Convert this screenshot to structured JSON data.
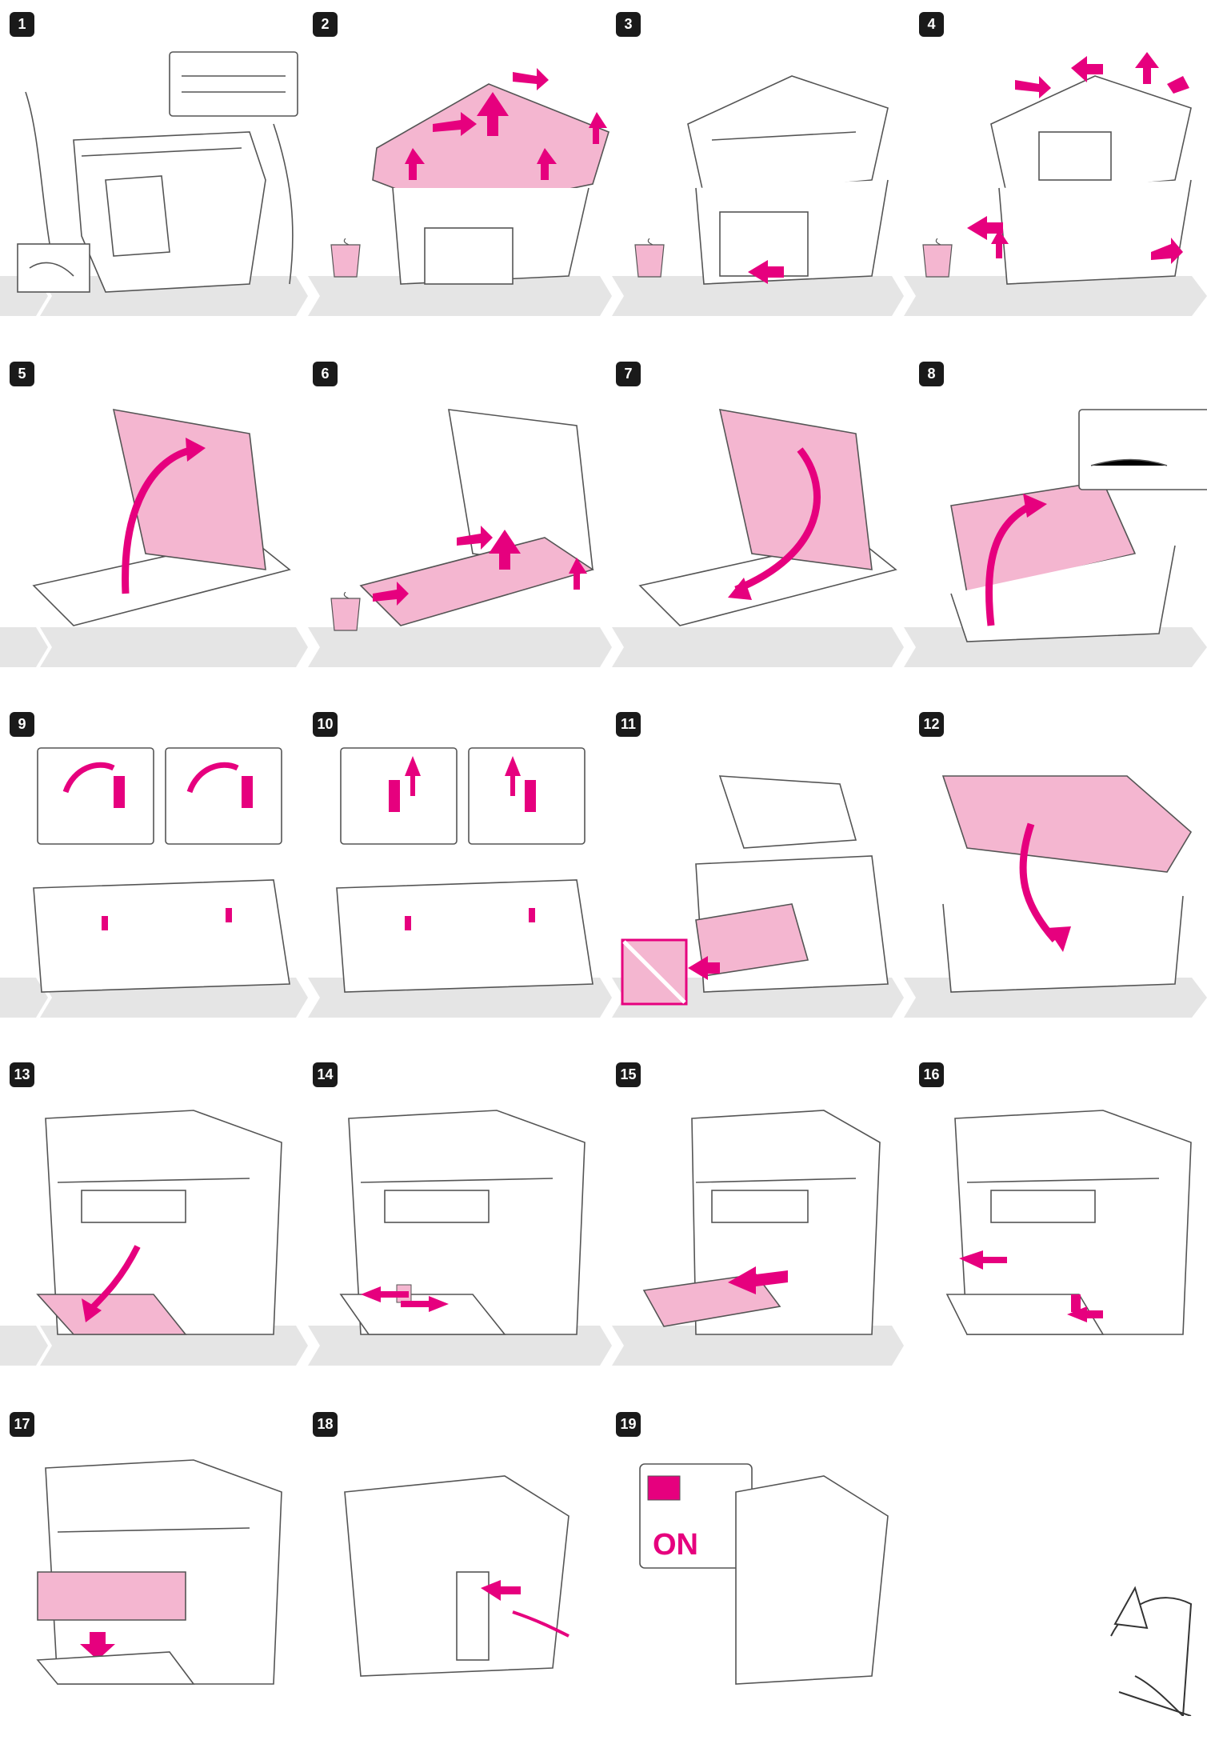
{
  "colors": {
    "accent": "#e6007e",
    "pink_fill": "#f4b6d0",
    "band": "#e6e6e6",
    "band_arrow": "#d0d0d0",
    "line": "#555555"
  },
  "steps": [
    {
      "label": "1",
      "content": "lift-printer-with-hands"
    },
    {
      "label": "2",
      "content": "remove-top-cover-sheet"
    },
    {
      "label": "3",
      "content": "remove-front-tape"
    },
    {
      "label": "4",
      "content": "remove-all-tapes"
    },
    {
      "label": "5",
      "content": "open-scanner-cover"
    },
    {
      "label": "6",
      "content": "remove-glass-sheet"
    },
    {
      "label": "7",
      "content": "close-scanner-cover"
    },
    {
      "label": "8",
      "content": "lift-scanner-unit"
    },
    {
      "label": "9",
      "content": "rotate-levers"
    },
    {
      "label": "10",
      "content": "pull-up-levers"
    },
    {
      "label": "11",
      "content": "remove-protective-sheet"
    },
    {
      "label": "12",
      "content": "close-scanner-unit"
    },
    {
      "label": "13",
      "content": "open-paper-tray"
    },
    {
      "label": "14",
      "content": "adjust-paper-guides"
    },
    {
      "label": "15",
      "content": "load-paper"
    },
    {
      "label": "16",
      "content": "slide-guides-to-paper"
    },
    {
      "label": "17",
      "content": "attach-dust-cover"
    },
    {
      "label": "18",
      "content": "connect-cable"
    },
    {
      "label": "19",
      "content": "turn-power-on"
    }
  ],
  "power_label": "ON"
}
